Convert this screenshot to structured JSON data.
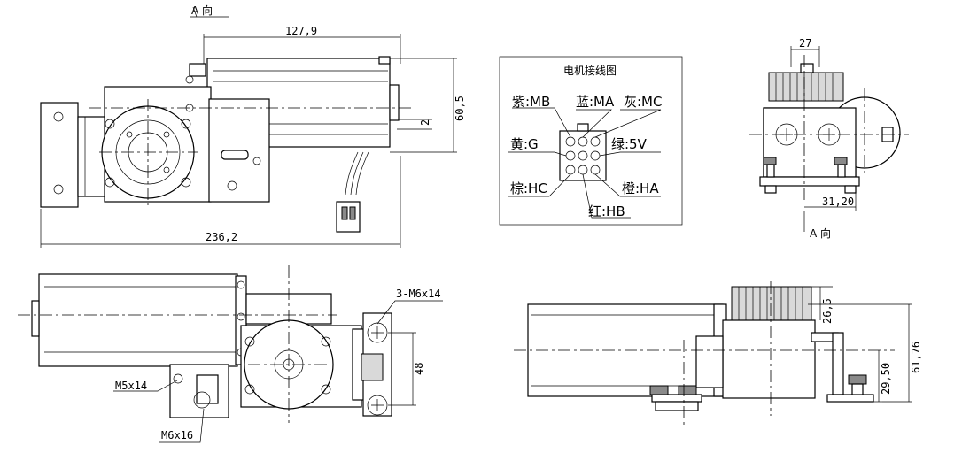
{
  "view_label": "A 向",
  "dimensions": {
    "top_length": "127,9",
    "top_height": "60,5",
    "shaft_offset": "2",
    "overall_length": "236,2",
    "side_width": "27",
    "side_base": "31,20",
    "bolt_spacing": "48",
    "front_h1": "26,5",
    "front_h2": "29,50",
    "front_h3": "61,76"
  },
  "callouts": {
    "mount_holes": "3-M6x14",
    "screw_m5": "M5x14",
    "screw_m6": "M6x16"
  },
  "wiring": {
    "title": "电机接线图",
    "labels": {
      "mb": "紫:MB",
      "ma": "蓝:MA",
      "mc": "灰:MC",
      "g": "黄:G",
      "v5": "绿:5V",
      "hc": "棕:HC",
      "ha": "橙:HA",
      "hb": "红:HB"
    }
  }
}
